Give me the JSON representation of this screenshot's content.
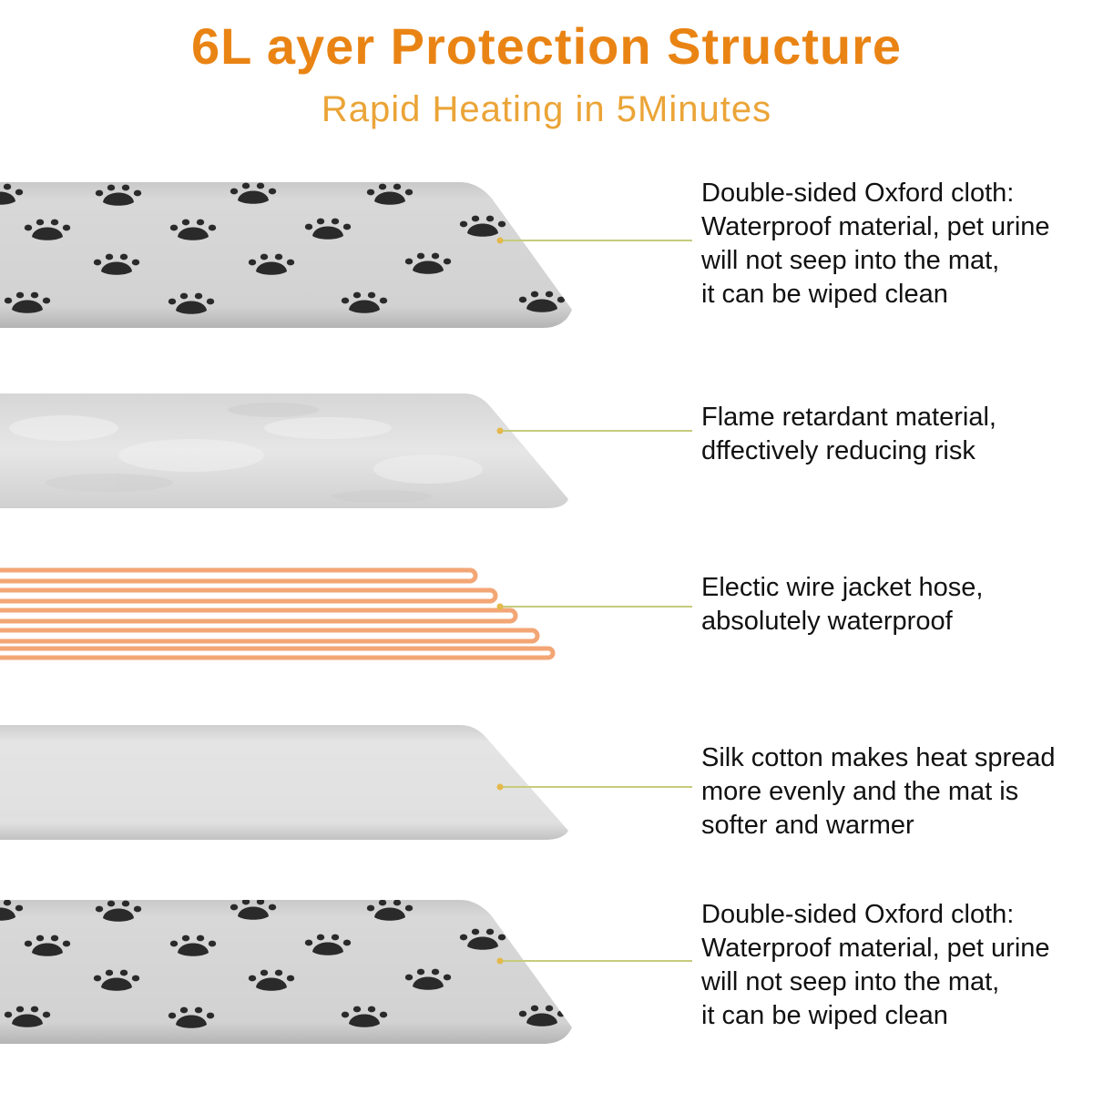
{
  "heading": {
    "title": "6L ayer Protection Structure",
    "subtitle": "Rapid Heating in 5Minutes"
  },
  "colors": {
    "title": "#e98414",
    "subtitle": "#eba437",
    "leader_line": "#c6cb7c",
    "leader_dot": "#e4b84a",
    "wire": "#f3a675",
    "paw": "#2a2a2a",
    "pad": "#d3d3d3"
  },
  "layers": [
    {
      "material": "oxford-cloth",
      "lines": [
        "Double-sided Oxford cloth:",
        "Waterproof material, pet urine",
        "will not seep into the mat,",
        "it can be wiped clean"
      ]
    },
    {
      "material": "flame-retardant",
      "lines": [
        "Flame retardant material,",
        "dffectively reducing risk"
      ]
    },
    {
      "material": "heating-wire",
      "lines": [
        "Electic wire jacket hose,",
        "absolutely waterproof"
      ]
    },
    {
      "material": "silk-cotton",
      "lines": [
        "Silk cotton makes heat spread",
        "more evenly and the mat is",
        "softer and warmer"
      ]
    },
    {
      "material": "oxford-cloth",
      "lines": [
        "Double-sided Oxford cloth:",
        "Waterproof material, pet urine",
        "will not seep into the mat,",
        "it can be wiped clean"
      ]
    }
  ]
}
